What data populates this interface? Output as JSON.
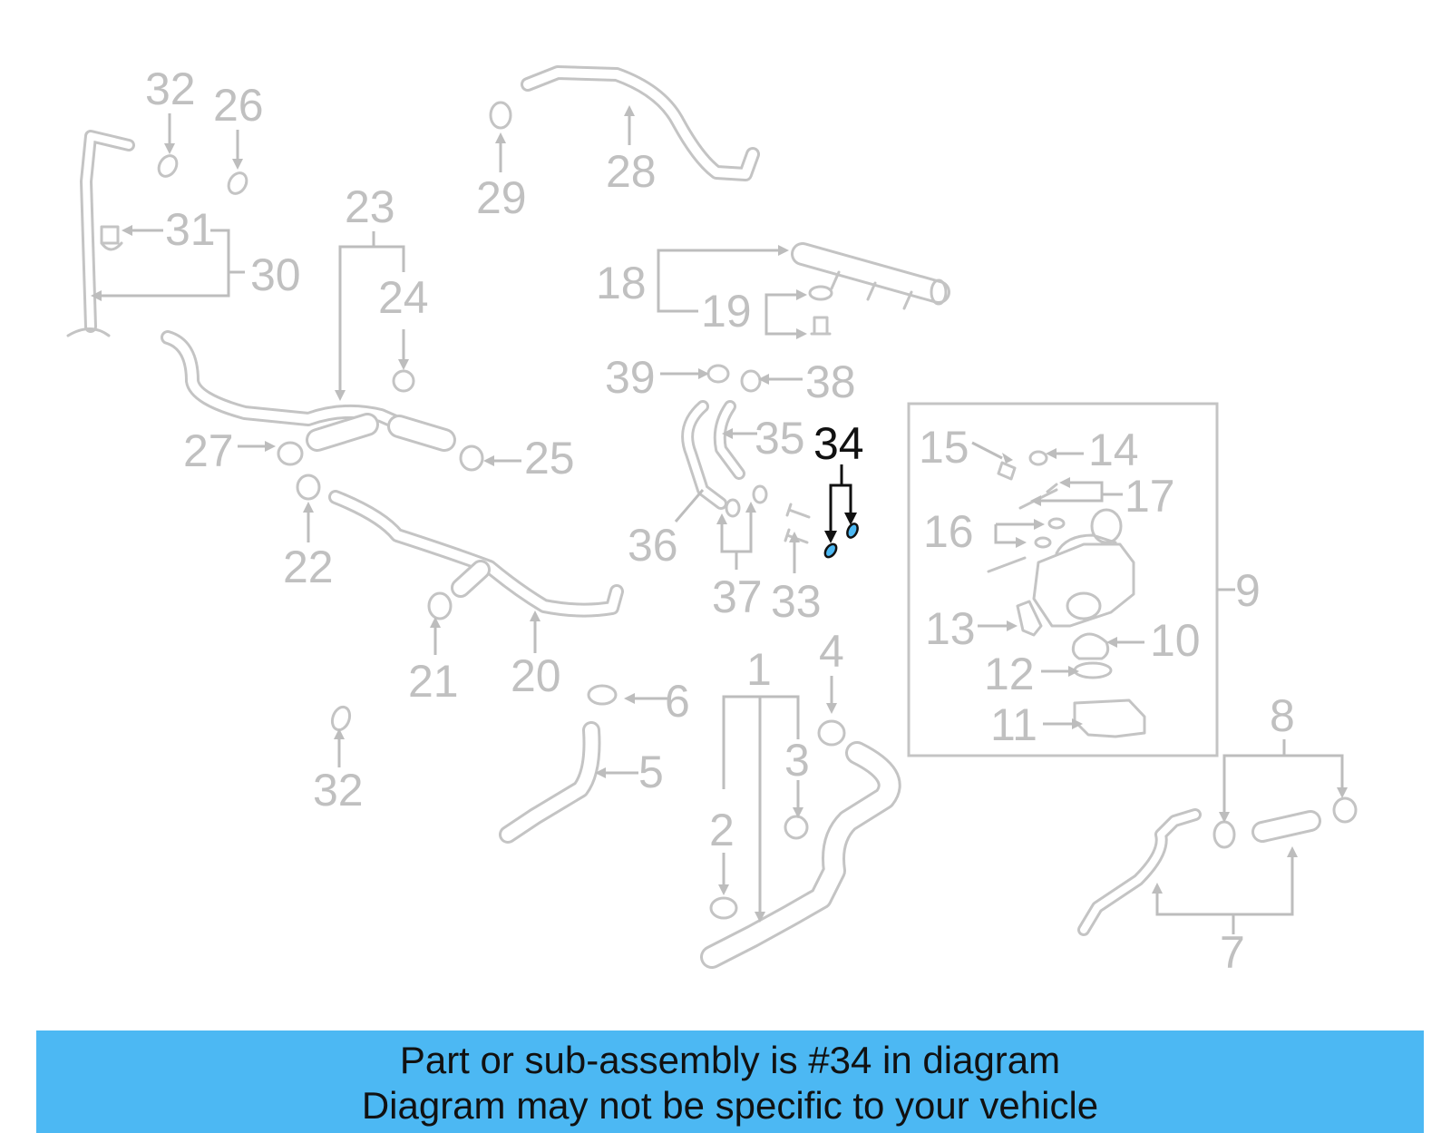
{
  "diagram": {
    "highlighted_part": "34",
    "labels": {
      "p1": "1",
      "p2": "2",
      "p3": "3",
      "p4": "4",
      "p5": "5",
      "p6": "6",
      "p7": "7",
      "p8": "8",
      "p9": "9",
      "p10": "10",
      "p11": "11",
      "p12": "12",
      "p13": "13",
      "p14": "14",
      "p15": "15",
      "p16": "16",
      "p17": "17",
      "p18": "18",
      "p19": "19",
      "p20": "20",
      "p21": "21",
      "p22": "22",
      "p23": "23",
      "p24": "24",
      "p25": "25",
      "p26": "26",
      "p27": "27",
      "p28": "28",
      "p29": "29",
      "p30": "30",
      "p31": "31",
      "p32a": "32",
      "p32b": "32",
      "p33": "33",
      "p34": "34",
      "p35": "35",
      "p36": "36",
      "p37": "37",
      "p38": "38",
      "p39": "39"
    },
    "colors": {
      "parts": "#c4c4c4",
      "highlight": "#111111",
      "highlight_part_fill": "#4cb8f3"
    }
  },
  "footer": {
    "line1": "Part or sub-assembly is #34 in diagram",
    "line2": "Diagram may not be specific to your vehicle",
    "background": "#4cb8f3"
  }
}
